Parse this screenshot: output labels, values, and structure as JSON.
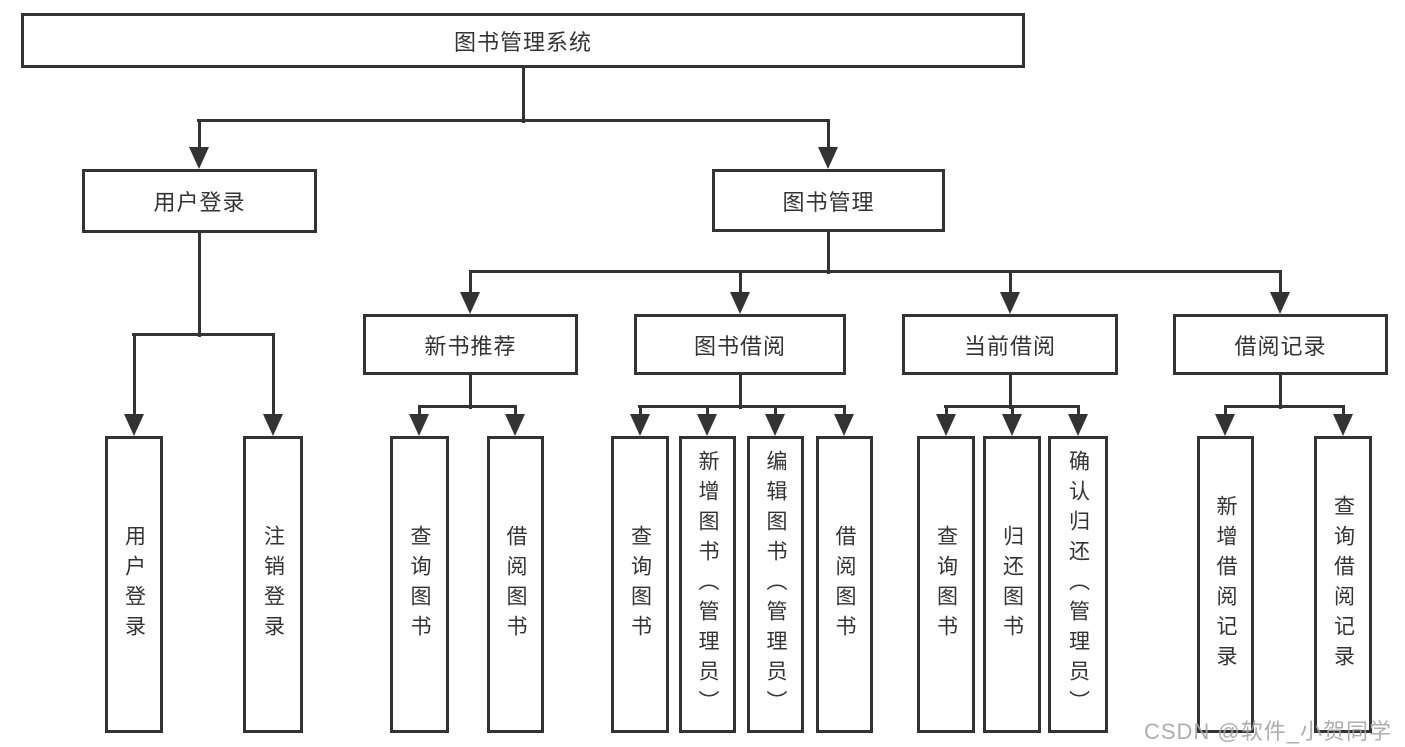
{
  "diagram": {
    "root": {
      "label": "图书管理系统"
    },
    "level2": {
      "user_login": {
        "label": "用户登录"
      },
      "book_management": {
        "label": "图书管理"
      }
    },
    "level3": {
      "new_book_recommend": {
        "label": "新书推荐"
      },
      "book_borrow": {
        "label": "图书借阅"
      },
      "current_borrow": {
        "label": "当前借阅"
      },
      "borrow_record": {
        "label": "借阅记录"
      }
    },
    "leaves": {
      "login": {
        "label": "用户登录"
      },
      "logout": {
        "label": "注销登录"
      },
      "recommend_query_books": {
        "label": "查询图书"
      },
      "recommend_borrow_books": {
        "label": "借阅图书"
      },
      "borrow_query_books": {
        "label": "查询图书"
      },
      "borrow_add_books": {
        "label": "新增图书（管理员）"
      },
      "borrow_edit_books": {
        "label": "编辑图书（管理员）"
      },
      "borrow_borrow_books": {
        "label": "借阅图书"
      },
      "current_query_books": {
        "label": "查询图书"
      },
      "current_return_books": {
        "label": "归还图书"
      },
      "current_confirm_return": {
        "label": "确认归还（管理员）"
      },
      "record_add": {
        "label": "新增借阅记录"
      },
      "record_query": {
        "label": "查询借阅记录"
      }
    },
    "watermark": "CSDN @软件_小贺同学"
  }
}
